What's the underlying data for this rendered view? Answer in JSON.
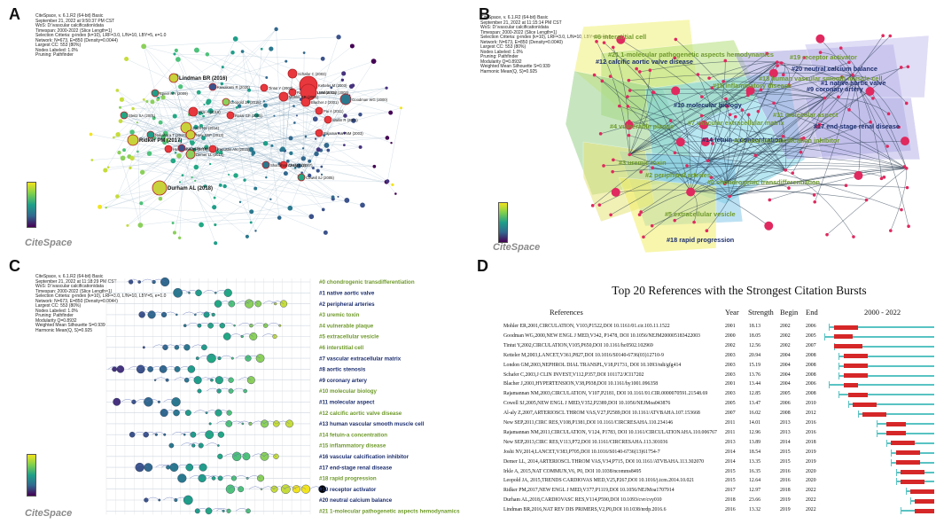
{
  "panels": {
    "a": {
      "letter": "A"
    },
    "b": {
      "letter": "B"
    },
    "c": {
      "letter": "C"
    },
    "d": {
      "letter": "D"
    }
  },
  "citespace_logo": "CiteSpace",
  "meta": {
    "a": [
      "CiteSpace, v. 6.1.R2 (64-bit) Basic",
      "September 21, 2022 at 9:50:37 PM CST",
      "WoS: D:\\vascular calcification\\data",
      "Timespan: 2000-2022 (Slice Length=1)",
      "Selection Criteria: g-index (k=10), LRF=3.0, L/N=10, LBY=5, e=1.0",
      "Network: N=673, E=850 (Density=0.0044)",
      "Largest CC: 553 (80%)",
      "Nodes Labeled: 1.0%",
      "Pruning: Pathfinder"
    ],
    "b": [
      "CiteSpace, v. 6.1.R2 (64-bit) Basic",
      "September 21, 2022 at 11:15:14 PM CST",
      "WoS: D:\\vascular calcification\\data",
      "Timespan: 2000-2022 (Slice Length=1)",
      "Selection Criteria: g-index (k=10), LRF=3.0, L/N=10, LBY=5, e=1.0",
      "Network: N=673, E=850 (Density=0.0040)",
      "Largest CC: 553 (80%)",
      "Nodes Labeled: 1.0%",
      "Pruning: Pathfinder",
      "Modularity Q=0.8932",
      "Weighted Mean Silhouette S=0.939",
      "Harmonic Mean(Q, S)=0.925"
    ],
    "c": [
      "CiteSpace, v. 6.1.R2 (64-bit) Basic",
      "September 21, 2022 at 11:18:29 PM CST",
      "WoS: D:\\vascular calcification\\data",
      "Timespan: 2000-2022 (Slice Length=1)",
      "Selection Criteria: g-index (k=10), LRF=3.0, L/N=10, LBY=5, e=1.0",
      "Network: N=673, E=850 (Density=0.0044)",
      "Largest CC: 553 (80%)",
      "Nodes Labeled: 1.0%",
      "Pruning: Pathfinder",
      "Modularity Q=0.8932",
      "Weighted Mean Silhouette S=0.939",
      "Harmonic Mean(Q, S)=0.925"
    ]
  },
  "colors": {
    "burst_red": "#d62728",
    "timeline_teal": "#59c3c3",
    "cluster_green": "#6f9a2b",
    "cluster_navy": "#1d2f6f",
    "node_red": "#e8383d"
  },
  "chart_data": [
    {
      "type": "scatter",
      "panel": "A",
      "description_kind": "co-citation network",
      "labeled_nodes": [
        "Lindman BR (2016)",
        "Ridker PM (2017)",
        "Durham AL (2018)",
        "Joshi NV (2014)",
        "New SEP (2013)",
        "Nakahara T (2017)",
        "Hutcheson JD (2016)",
        "Demer LL (2014)",
        "Kapustin AN (2011)",
        "Kapustin AN (2015)",
        "Rajamannan NM (2011)",
        "Al-aly Z (2007)",
        "Ketteler M (2003)",
        "London GM (2003)",
        "Schafer C (2003)",
        "Blacher J (2001)",
        "Cowell SJ (2005)",
        "Leopold JA (2015)",
        "Irkle A (2015)",
        "Goodman WG (2000)",
        "Mohler ER (2001)",
        "Tintut Y (2002)",
        "Rajamannan NM (2003)",
        "Wallin R (2001)",
        "Pai A (2011)",
        "Speer MY (2009)",
        "Steitz SA (2001)",
        "Rossi GP (2005)",
        "Kawakami R (2020)",
        "Shanahan CM (2011)"
      ]
    },
    {
      "type": "scatter",
      "panel": "B",
      "description_kind": "cluster network",
      "clusters": [
        "#0 chondrogenic transdifferentiation",
        "#1 native aortic valve",
        "#2 peripheral arteries",
        "#3 uremic toxin",
        "#4 vulnerable plaque",
        "#5 extracellular vesicle",
        "#6 interstitial cell",
        "#7 vascular extracellular matrix",
        "#9 coronary artery",
        "#10 molecular biology",
        "#11 molecular aspect",
        "#12 calcific aortic valve disease",
        "#13 human vascular smooth muscle cell",
        "#14 fetuin-a concentration",
        "#15 inflammatory disease",
        "#16 vascular calcification inhibitor",
        "#17 end-stage renal disease",
        "#18 rapid progression",
        "#19 receptor activator",
        "#20 neutral calcium balance",
        "#21 1-molecular pathogenetic aspects hemodynamics"
      ]
    },
    {
      "type": "scatter",
      "panel": "C",
      "description_kind": "timeline view",
      "clusters": [
        "#0 chondrogenic transdifferentiation",
        "#1 native aortic valve",
        "#2 peripheral arteries",
        "#3 uremic toxin",
        "#4 vulnerable plaque",
        "#5 extracellular vesicle",
        "#6 interstitial cell",
        "#7 vascular extracellular matrix",
        "#8 aortic stenosis",
        "#9 coronary artery",
        "#10 molecular biology",
        "#11 molecular aspect",
        "#12 calcific aortic valve disease",
        "#13 human vascular smooth muscle cell",
        "#14 fetuin-a concentration",
        "#15 inflammatory disease",
        "#16 vascular calcification inhibitor",
        "#17 end-stage renal disease",
        "#18 rapid progression",
        "#19 receptor activator",
        "#20 neutral calcium balance",
        "#21 1-molecular pathogenetic aspects hemodynamics"
      ],
      "cluster_colors": [
        "green",
        "navy",
        "navy",
        "green",
        "green",
        "green",
        "green",
        "navy",
        "navy",
        "navy",
        "green",
        "navy",
        "green",
        "navy",
        "green",
        "green",
        "navy",
        "navy",
        "green",
        "navy",
        "navy",
        "green"
      ]
    },
    {
      "type": "table",
      "panel": "D",
      "title": "Top 20 References with the Strongest Citation Bursts",
      "columns": [
        "References",
        "Year",
        "Strength",
        "Begin",
        "End",
        "2000 - 2022"
      ],
      "range": [
        2000,
        2022
      ],
      "rows": [
        {
          "ref": "Mohler ER,2001,CIRCULATION, V103,P1522,DOI 10.1161/01.cir.103.11.1522",
          "year": 2001,
          "strength": "18.13",
          "begin": 2002,
          "end": 2006
        },
        {
          "ref": "Goodman WG,2000,NEW ENGL J MED,V342, P1478, DOI 10.1056/NEJM200005183422003",
          "year": 2000,
          "strength": "18.05",
          "begin": 2002,
          "end": 2005
        },
        {
          "ref": "Tintut Y,2002,CIRCULATION,V105,P650,DOI 10.1161/hc0502.102969",
          "year": 2002,
          "strength": "12.56",
          "begin": 2002,
          "end": 2007
        },
        {
          "ref": "Ketteler M,2003,LANCET,V361,P827,DOI 10.1016/S0140-6736(03)12710-9",
          "year": 2003,
          "strength": "20.94",
          "begin": 2004,
          "end": 2008
        },
        {
          "ref": "London GM,2003,NEPHROL DIAL TRANSPL,V18,P1731, DOI 10.1093/ndt/gfg414",
          "year": 2003,
          "strength": "15.19",
          "begin": 2004,
          "end": 2008
        },
        {
          "ref": "Schafer C,2003,J CLIN INVEST,V112,P357,DOI 101172/JCI17202",
          "year": 2003,
          "strength": "13.76",
          "begin": 2004,
          "end": 2008
        },
        {
          "ref": "Blacher J,2001,HYPERTENSION,V38,P938,DOI 10.1161/hy1001.096358",
          "year": 2001,
          "strength": "13.44",
          "begin": 2004,
          "end": 2006
        },
        {
          "ref": "Rajamannan NM,2003,CIRCULATION, V107,P2181, DOI 10.1161/01.CIR.0000070591.21548.69",
          "year": 2003,
          "strength": "12.85",
          "begin": 2005,
          "end": 2008
        },
        {
          "ref": "Cowell SJ,2005,NEW ENGL J MED,V352,P2389,DOI 10.1056/NEJMoa043876",
          "year": 2005,
          "strength": "13.47",
          "begin": 2006,
          "end": 2010
        },
        {
          "ref": "Al-aly Z,2007,ARTERIOSCL THROM VAS,V27,P2589,DOI 10.1161/ATVBAHA.107.153668",
          "year": 2007,
          "strength": "16.02",
          "begin": 2008,
          "end": 2012
        },
        {
          "ref": "New SEP,2011,CIRC RES,V108,P1381,DOI 10.1161/CIRCRESAHA.110.234146",
          "year": 2011,
          "strength": "14.01",
          "begin": 2013,
          "end": 2016
        },
        {
          "ref": "Rajamannan NM,2011,CIRCULATION, V124, P1783, DOI 10.1161/CIRCULATIONAHA.110.006767",
          "year": 2011,
          "strength": "12.96",
          "begin": 2013,
          "end": 2016
        },
        {
          "ref": "New SEP,2013,CIRC RES,V113,P72,DOI 10.1161/CIRCRESAHA.113.301036",
          "year": 2013,
          "strength": "13.89",
          "begin": 2014,
          "end": 2018
        },
        {
          "ref": "Joshi NV,2014,LANCET,V383,P705,DOI 10.1016/S0140-6736(13)61754-7",
          "year": 2014,
          "strength": "18.54",
          "begin": 2015,
          "end": 2019
        },
        {
          "ref": "Demer LL, 2014,ARTERIOSCL THROM VAS,V34,P715, DOI 10.1161/ATVBAHA.113.302070",
          "year": 2014,
          "strength": "13.35",
          "begin": 2015,
          "end": 2019
        },
        {
          "ref": "Irkle A, 2015,NAT COMMUN,V6, P0, DOI 10.1038/ncomms8495",
          "year": 2015,
          "strength": "16.35",
          "begin": 2016,
          "end": 2020
        },
        {
          "ref": "Leopold JA, 2015,TRENDS CARDIOVAS MED,V25,P267,DOI 10.1016/j.tcm.2014.10.021",
          "year": 2015,
          "strength": "12.64",
          "begin": 2016,
          "end": 2020
        },
        {
          "ref": "Ridker PM,2017,NEW ENGL J MED,V377,P1119,DOI 10.1056/NEJMoa1707914",
          "year": 2017,
          "strength": "12.97",
          "begin": 2018,
          "end": 2022
        },
        {
          "ref": "Durham AL,2018,CARDIOVASC RES,V114,P590,DOI 10.1093/cvr/cvy010",
          "year": 2018,
          "strength": "23.66",
          "begin": 2019,
          "end": 2022
        },
        {
          "ref": "Lindman BR,2016,NAT REV DIS PRIMERS,V2,P0,DOI 10.1038/nrdp.2016.6",
          "year": 2016,
          "strength": "13.32",
          "begin": 2019,
          "end": 2022
        }
      ]
    }
  ]
}
